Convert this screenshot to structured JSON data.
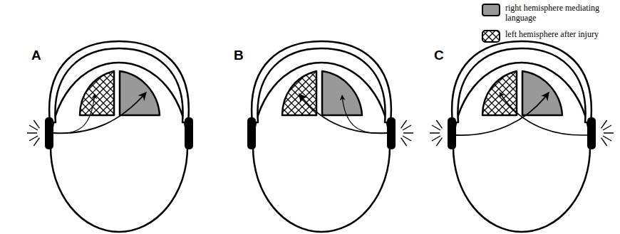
{
  "diagram": {
    "labels": [
      "A",
      "B",
      "C"
    ],
    "legend": [
      {
        "text": "right hemisphere mediating language",
        "color": "#999999"
      },
      {
        "text": "left hemisphere after injury"
      }
    ]
  }
}
